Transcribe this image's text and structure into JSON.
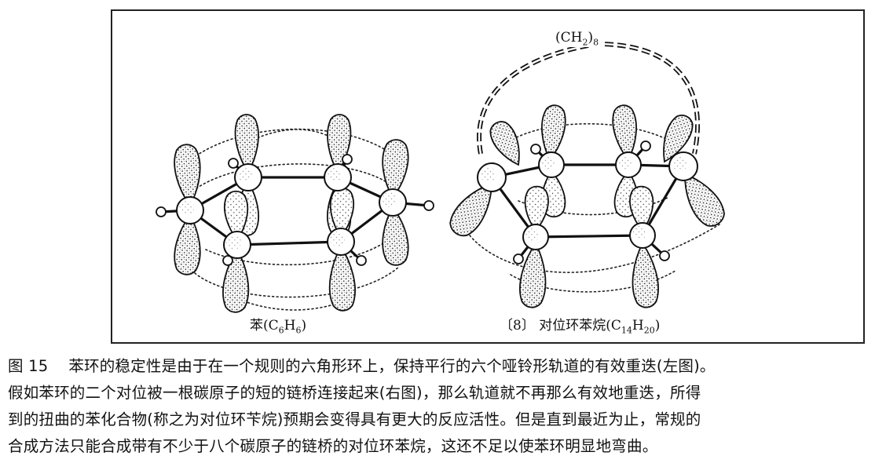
{
  "figure": {
    "left_label": {
      "name": "苯",
      "formula_main": "C",
      "sub1": "6",
      "formula_mid": "H",
      "sub2": "6"
    },
    "right_label": {
      "tag": "〔8〕",
      "name": "对位环苯烷",
      "formula_main": "C",
      "sub1": "14",
      "formula_mid": "H",
      "sub2": "20"
    },
    "chain_label": {
      "main": "(CH",
      "sub1": "2",
      "close": ")",
      "sub2": "8"
    }
  },
  "caption": {
    "fig_no": "图 15",
    "line1": "苯环的稳定性是由于在一个规则的六角形环上，保持平行的六个哑铃形轨道的有效重迭(左图)。",
    "line2": "假如苯环的二个对位被一根碳原子的短的链桥连接起来(右图)，那么轨道就不再那么有效地重迭，所得",
    "line3": "到的扭曲的苯化合物(称之为对位环苄烷)预期会变得具有更大的反应活性。但是直到最近为止，常规的",
    "line4": "合成方法只能合成带有不少于八个碳原子的链桥的对位环苯烷，这还不足以使苯环明显地弯曲。"
  }
}
